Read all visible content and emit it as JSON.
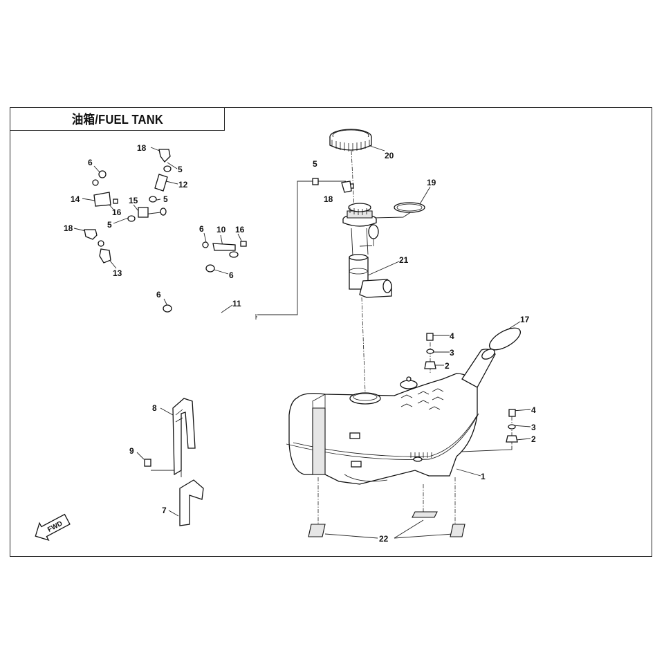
{
  "title": "油箱/FUEL TANK",
  "fwd_label": "FWD",
  "callouts": [
    {
      "id": "c20",
      "label": "20"
    },
    {
      "id": "c19",
      "label": "19"
    },
    {
      "id": "c21",
      "label": "21"
    },
    {
      "id": "c17",
      "label": "17"
    },
    {
      "id": "c4a",
      "label": "4"
    },
    {
      "id": "c3a",
      "label": "3"
    },
    {
      "id": "c2a",
      "label": "2"
    },
    {
      "id": "c4b",
      "label": "4"
    },
    {
      "id": "c3b",
      "label": "3"
    },
    {
      "id": "c2b",
      "label": "2"
    },
    {
      "id": "c1",
      "label": "1"
    },
    {
      "id": "c22",
      "label": "22"
    },
    {
      "id": "c5top",
      "label": "5"
    },
    {
      "id": "c18mid",
      "label": "18"
    },
    {
      "id": "c18top",
      "label": "18"
    },
    {
      "id": "c5a",
      "label": "5"
    },
    {
      "id": "c12",
      "label": "12"
    },
    {
      "id": "c6left",
      "label": "6"
    },
    {
      "id": "c14",
      "label": "14"
    },
    {
      "id": "c16a",
      "label": "16"
    },
    {
      "id": "c15",
      "label": "15"
    },
    {
      "id": "c5b",
      "label": "5"
    },
    {
      "id": "c5c",
      "label": "5"
    },
    {
      "id": "c18left",
      "label": "18"
    },
    {
      "id": "c13",
      "label": "13"
    },
    {
      "id": "c6mid",
      "label": "6"
    },
    {
      "id": "c10",
      "label": "10"
    },
    {
      "id": "c16b",
      "label": "16"
    },
    {
      "id": "c6b",
      "label": "6"
    },
    {
      "id": "c6c",
      "label": "6"
    },
    {
      "id": "c11",
      "label": "11"
    },
    {
      "id": "c8",
      "label": "8"
    },
    {
      "id": "c9",
      "label": "9"
    },
    {
      "id": "c7",
      "label": "7"
    }
  ],
  "colors": {
    "line": "#222222",
    "background": "#ffffff",
    "shade": "#e6e6e6"
  }
}
